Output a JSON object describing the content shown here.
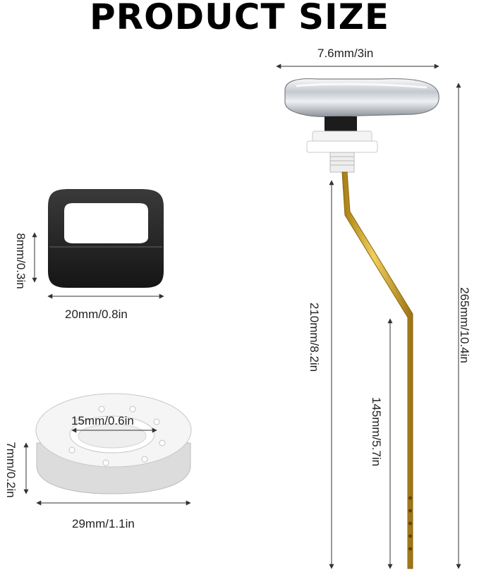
{
  "title": "PRODUCT SIZE",
  "dimensions": {
    "handle_width": "7.6mm/3in",
    "total_length": "265mm/10.4in",
    "arm_length": "210mm/8.2in",
    "arm_lower_length": "145mm/5.7in",
    "square_washer_height": "8mm/0.3in",
    "square_washer_width": "20mm/0.8in",
    "nut_inner_diameter": "15mm/0.6in",
    "nut_height": "7mm/0.2in",
    "nut_outer_diameter": "29mm/1.1in"
  },
  "colors": {
    "chrome": "#d9dde2",
    "brass": "#c9a233",
    "black_part": "#2b2b2b",
    "white_part": "#f2f2f2",
    "dimension_line": "#333333"
  }
}
